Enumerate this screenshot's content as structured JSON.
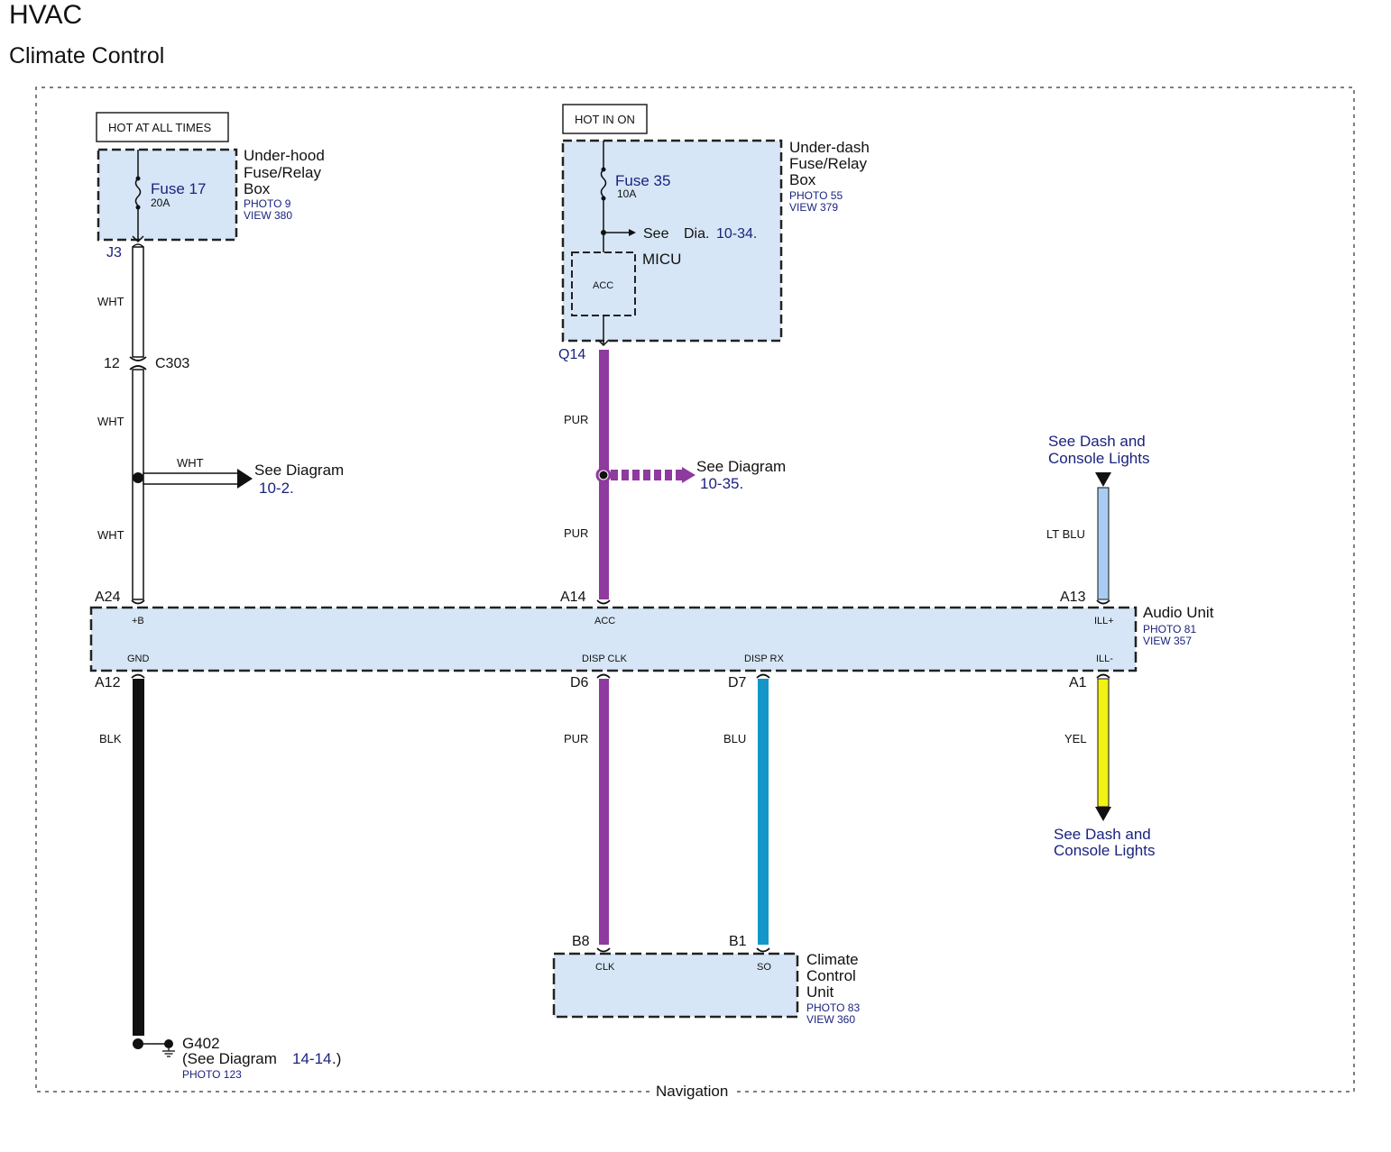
{
  "title": "HVAC",
  "subtitle": "Climate Control",
  "colors": {
    "component_fill": "#d6e6f6",
    "link_text": "#1a237e",
    "wire_pur": "#8e3a9e",
    "wire_blu": "#1596c8",
    "wire_ltblu": "#a9cdf2",
    "wire_yel": "#f2f215",
    "wire_blk": "#111111"
  },
  "boundary_label": "Navigation",
  "sources": {
    "hot_at_all_times": "HOT AT ALL TIMES",
    "hot_in_on": "HOT IN ON"
  },
  "underhood_box": {
    "name_lines": [
      "Under-hood",
      "Fuse/Relay",
      "Box"
    ],
    "photo": "PHOTO 9",
    "view": "VIEW 380",
    "fuse": "Fuse 17",
    "rating": "20A",
    "terminal": "J3"
  },
  "underdash_box": {
    "name_lines": [
      "Under-dash",
      "Fuse/Relay",
      "Box"
    ],
    "photo": "PHOTO 55",
    "view": "VIEW 379",
    "fuse": "Fuse 35",
    "rating": "10A",
    "see": "See",
    "dia": "Dia.",
    "dia_ref": "10-34.",
    "micu": "MICU",
    "micu_pin": "ACC",
    "terminal": "Q14"
  },
  "connector": {
    "pin": "12",
    "name": "C303"
  },
  "branch_left": {
    "wire": "WHT",
    "see": "See Diagram",
    "ref": "10-2."
  },
  "branch_mid": {
    "see": "See Diagram",
    "ref": "10-35."
  },
  "top_right_ref": [
    "See Dash and",
    "Console Lights"
  ],
  "bottom_right_ref": [
    "See Dash and",
    "Console Lights"
  ],
  "wires": {
    "w1": "WHT",
    "w2": "WHT",
    "w3": "WHT",
    "p1": "PUR",
    "p2": "PUR",
    "ltblu": "LT BLU",
    "blk": "BLK",
    "pur_low": "PUR",
    "blu": "BLU",
    "yel": "YEL"
  },
  "audio_unit": {
    "name": "Audio Unit",
    "photo": "PHOTO 81",
    "view": "VIEW 357",
    "terminals": {
      "a24": "A24",
      "a14": "A14",
      "a13": "A13",
      "a12": "A12",
      "d6": "D6",
      "d7": "D7",
      "a1": "A1"
    },
    "pins": {
      "b_plus": "+B",
      "acc": "ACC",
      "ill_plus": "ILL+",
      "gnd": "GND",
      "disp_clk": "DISP CLK",
      "disp_rx": "DISP RX",
      "ill_minus": "ILL-"
    }
  },
  "climate_unit": {
    "name_lines": [
      "Climate",
      "Control",
      "Unit"
    ],
    "photo": "PHOTO 83",
    "view": "VIEW 360",
    "terminals": {
      "b8": "B8",
      "b1": "B1"
    },
    "pins": {
      "clk": "CLK",
      "so": "SO"
    }
  },
  "ground": {
    "name": "G402",
    "see_open": "(See Diagram",
    "ref": "14-14",
    "close": ".)",
    "photo": "PHOTO 123"
  }
}
